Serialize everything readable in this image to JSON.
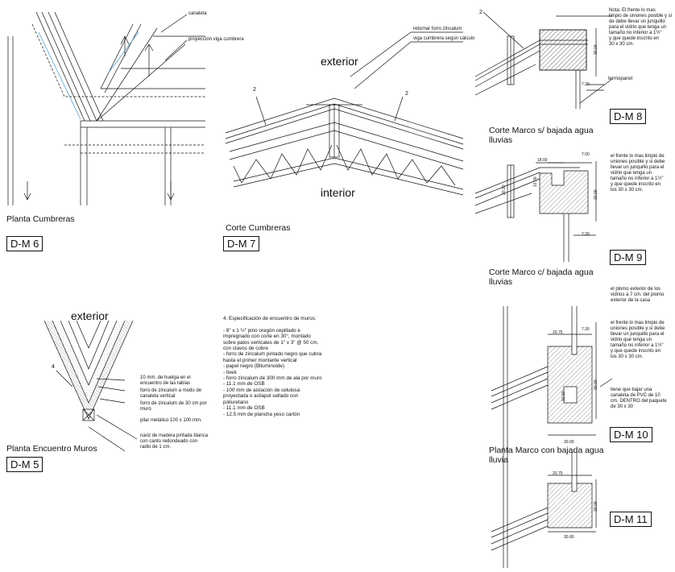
{
  "details": [
    {
      "code": "D-M 6",
      "title": "Planta Cumbreras"
    },
    {
      "code": "D-M 7",
      "title": "Corte Cumbreras"
    },
    {
      "code": "D-M 8",
      "title": ""
    },
    {
      "code": "D-M 9",
      "title": "Corte Marco s/ bajada agua\nlluvias"
    },
    {
      "code": "D-M 10",
      "title": "Corte Marco c/ bajada agua\nlluvias"
    },
    {
      "code": "D-M 11",
      "title": "Planta Marco con bajada agua\nlluvia"
    },
    {
      "code": "D-M 5",
      "title": "Planta Encuentro Muros"
    }
  ],
  "labels": {
    "canaleta": "canaleta",
    "proyeccion_viga": "proyección viga cumbrera",
    "retornar_forro": "retornar forro zincalum",
    "viga_cumbrera": "viga cumbrera según cálculo",
    "exterior": "exterior",
    "interior": "interior",
    "exterior_dm5": "exterior",
    "num_2a": "2",
    "num_2b": "2",
    "num_2c": "2",
    "num_4": "4",
    "termopanel": "termopanel",
    "nota_dm8": "Nota: El frente lo mas\nlimpio de uniones posible y si\nde debe llevar un junquillo\npara el vidrio que tenga un\ntamaño no inferior a 1½\"\ny que quede inscrito en\n30 x 30 cm.",
    "nota_dm9": "el frente lo mas limpio de\nuniones posible y si debe\nllevar un junquillo para el\nvidrio que tenga un\ntamaño no inferior a 1½\"\ny que quede inscrito en\nlos 30 x 30 cm.",
    "nota_plomo": "el plomo exterior de los\nvidrios a 7 cm. del plomo\nexterior de la casa",
    "nota_dm10": "el frente lo mas limpio de\nuniones posible y si debe\nllevar un junquillo para el\nvidrio que tenga un\ntamaño no inferior a 1½\"\ny que quede inscrito en\nlos 30 x 30 cm.",
    "nota_canaleta": "tiene que bajar una\ncanaleta de PVC de 10\ncm. DENTRO del paquete\nde 30 x 30",
    "dm5_holgura": "10 mm. de huelga en el\nencuentro de las tablas",
    "dm5_forro_canal": "forro de zincalum a modo de\ncanaleta vertical",
    "dm5_forro_30": "forro de zincalum de 30 cm por\nmuro",
    "dm5_pilar": "pilar metálico 100 x 100 mm.",
    "dm5_nariz": "nariz de madera pintada blanca\ncon canto redondeado con\nradio de 1 cm.",
    "spec": "4. Especificación de encuentro de muros:\n\n- 8\" x 1 ½\" pino oregón cepillado e\nimpregnado con corte en 30°, montado\nsobre palos verticales de 1\" x 3\" @ 50 cm.\ncon clavos de cobre\n- forro de zincalum pintado negro que cubra\nhasta el primer montante vertical\n- papel negro (Bituminoide)\n- tivek\n- forro zincalum de 300 mm de ala por muro\n- 11.1 mm de OSB\n- 100 mm de aislación de celulosa\nproyectada o asilapol sellado con\npoliuretano\n- 11.1 mm de OSB\n- 12.5 mm de plancha yeso cartón"
  },
  "dimensions": {
    "d8_30": "30.00",
    "d8_7": "7.30",
    "d9_7": "7.00",
    "d9_18": "18.00",
    "d9_10": "10.00",
    "d9_30": "30.00",
    "d9_73": "7.30",
    "d9_angle": "30.30",
    "d10_7": "7.30",
    "d10_2075": "20.75",
    "d10_30v": "30.00",
    "d10_10": "10.00",
    "d10_30h": "30.00",
    "d11_2075": "20.75",
    "d11_30v": "30.00",
    "d11_30h": "30.00"
  },
  "colors": {
    "line": "#111111",
    "accent": "#5aa0c8",
    "hatch": "#444444"
  }
}
